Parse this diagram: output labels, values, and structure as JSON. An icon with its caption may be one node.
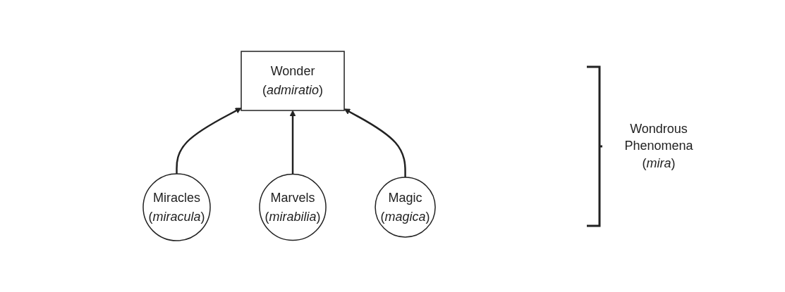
{
  "diagram": {
    "nodes": [
      {
        "text": [
          "Wonder (*admiratio*)"
        ]
      },
      {
        "text": [
          "Miracles (*miracula*)"
        ]
      },
      {
        "text": [
          "Marvels (*mirabilia*)"
        ]
      },
      {
        "text": [
          "Magic (*magica*)"
        ]
      }
    ],
    "edges": [
      {
        "from": 1,
        "to": 0,
        "arrow": "to"
      },
      {
        "from": 2,
        "to": 0,
        "arrow": "to"
      },
      {
        "from": 3,
        "to": 0,
        "arrow": "to"
      }
    ],
    "labels": [
      "Wondrous Phenomena (*mira*)"
    ]
  }
}
